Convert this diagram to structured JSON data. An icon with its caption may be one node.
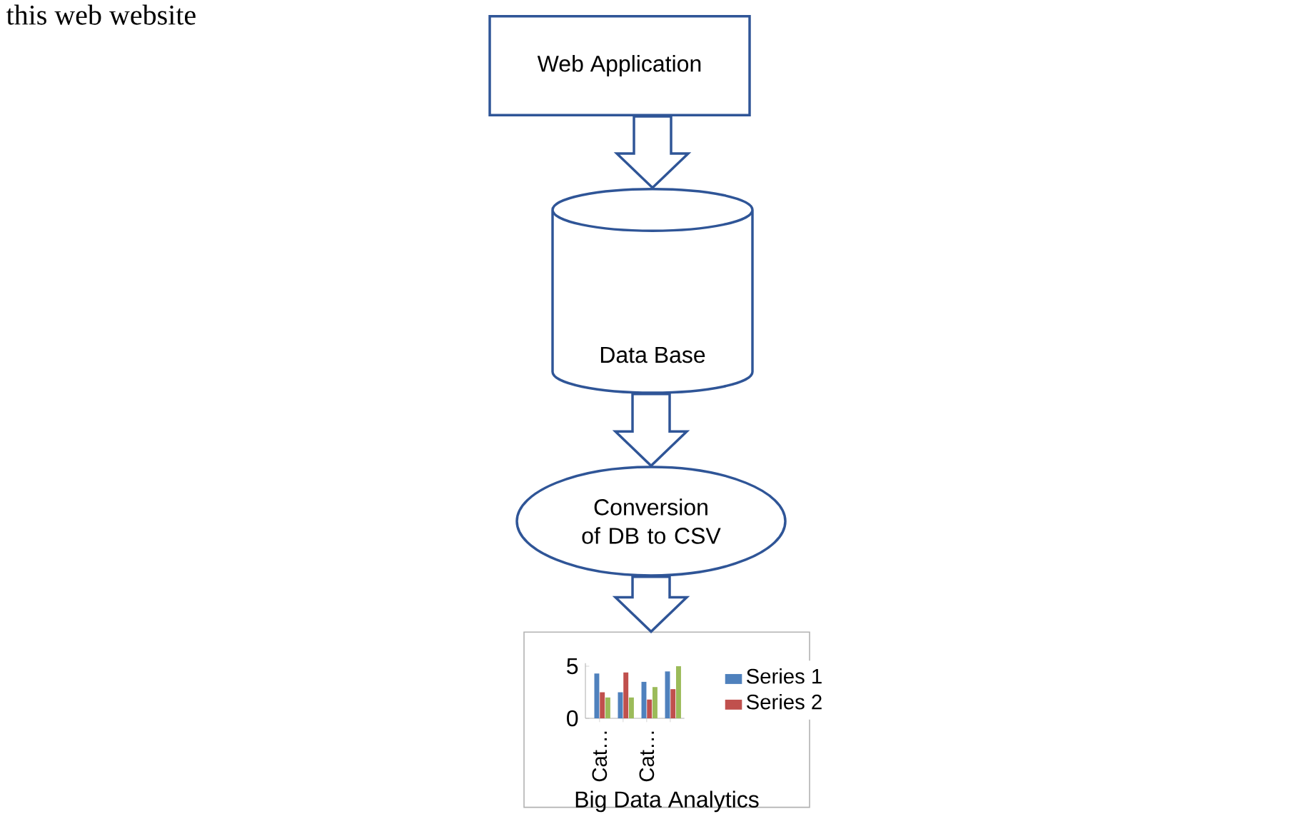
{
  "diagram": {
    "nodes": [
      {
        "text": [
          "Web Application"
        ]
      },
      {
        "text": [
          "Data Base"
        ]
      },
      {
        "text": [
          "Conversion of DB to CSV"
        ]
      },
      {
        "text": [
          "Big Data Analytics"
        ]
      }
    ],
    "edges": [
      {
        "from": 0,
        "to": 1,
        "arrow": "to"
      },
      {
        "from": 1,
        "to": 2,
        "arrow": "to"
      },
      {
        "from": 2,
        "to": 3,
        "arrow": "to"
      }
    ],
    "labels": [
      "this web website"
    ],
    "chart_data": {
      "type": "bar",
      "categories": [
        "Cat…",
        null,
        "Cat…",
        null
      ],
      "ylim": [
        0,
        5
      ],
      "yticks": [
        0,
        5
      ],
      "legend": "right",
      "series": [
        {
          "name": "Series 1",
          "color": "#4f81bd",
          "values": [
            4.3,
            2.5,
            3.5,
            4.5
          ]
        },
        {
          "name": "Series 2",
          "color": "#c0504d",
          "values": [
            2.5,
            4.4,
            1.8,
            2.8
          ]
        },
        {
          "color": "#9bbb59",
          "values": [
            2.0,
            2.0,
            3.0,
            5.0
          ]
        }
      ]
    }
  }
}
